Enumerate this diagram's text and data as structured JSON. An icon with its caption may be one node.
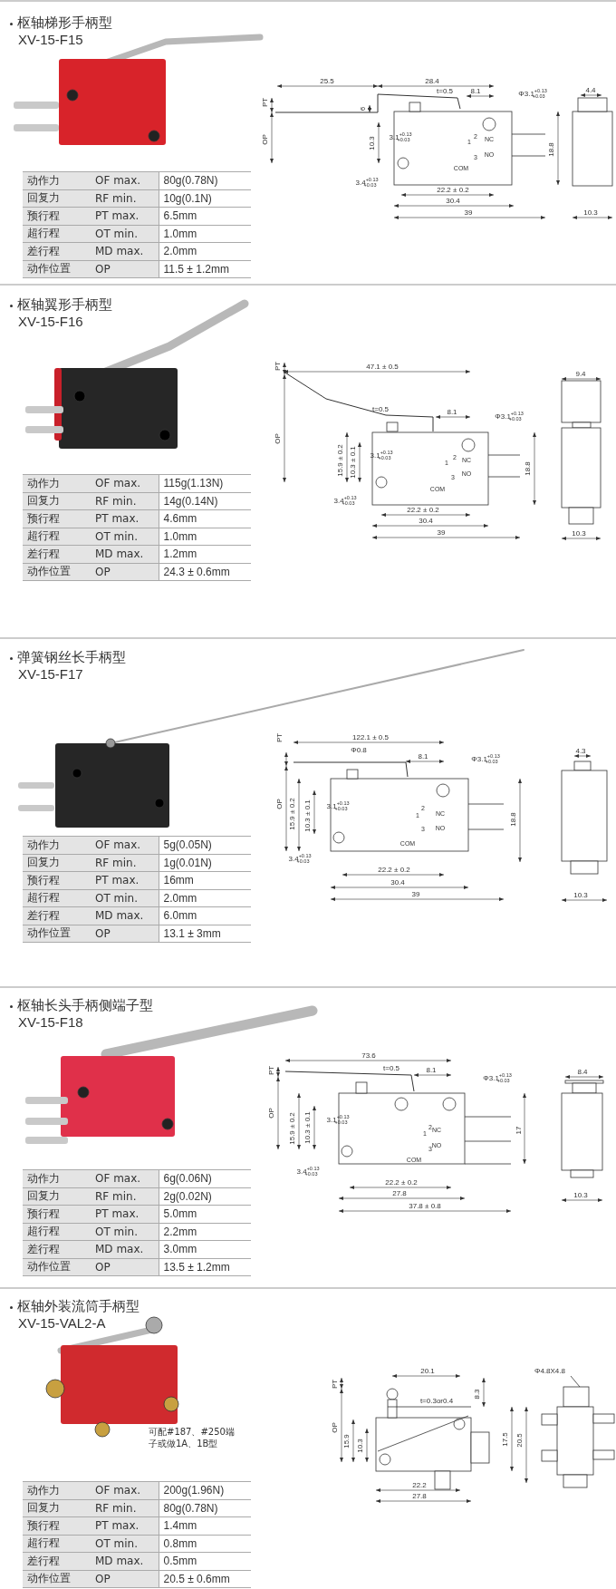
{
  "diagram": {
    "labels": [
      "枢轴梯形手柄型",
      "XV-15-F15",
      "25.5",
      "28.4",
      "t=0.5",
      "8.1",
      "Φ3.1$^{+0.13}$$_{+0.03}$",
      "4.4",
      "PT",
      "6",
      "OP",
      "10.3",
      "3.1$^{+0.13}$$_{+0.03}$",
      "2",
      "1",
      "NC",
      "3",
      "NO",
      "COM",
      "18.8",
      "3.4$^{+0.13}$$_{+0.03}$",
      "22.2 ± 0.2",
      "30.4",
      "39",
      "10.3",
      "动作力",
      "OF max.",
      "80g(0.78N)",
      "回复力",
      "RF min.",
      "10g(0.1N)",
      "预行程",
      "PT max.",
      "6.5mm",
      "超行程",
      "OT min.",
      "1.0mm",
      "差行程",
      "MD max.",
      "2.0mm",
      "动作位置",
      "OP",
      "11.5 ± 1.2mm",
      "枢轴翼形手柄型",
      "XV-15-F16",
      "PT",
      "47.1 ± 0.5",
      "9.4",
      "t=0.5",
      "8.1",
      "Φ3.1$^{+0.13}$$_{+0.03}$",
      "OP",
      "15.9 ± 0.2",
      "10.3 ± 0.1",
      "3.1$^{+0.13}$$_{+0.03}$",
      "2",
      "1",
      "NC",
      "3",
      "NO",
      "COM",
      "18.8",
      "3.4$^{+0.13}$$_{+0.03}$",
      "22.2 ± 0.2",
      "30.4",
      "39",
      "10.3",
      "动作力",
      "OF max.",
      "115g(1.13N)",
      "回复力",
      "RF min.",
      "14g(0.14N)",
      "预行程",
      "PT max.",
      "4.6mm",
      "超行程",
      "OT min.",
      "1.0mm",
      "差行程",
      "MD max.",
      "1.2mm",
      "动作位置",
      "OP",
      "24.3 ± 0.6mm",
      "弹簧钢丝长手柄型",
      "XV-15-F17",
      "PT",
      "122.1 ± 0.5",
      "Φ0.8",
      "8.1",
      "Φ3.1$^{+0.13}$$_{+0.03}$",
      "4.3",
      "OP",
      "15.9 ± 0.2",
      "10.3 ± 0.1",
      "3.1$^{+0.13}$$_{+0.03}$",
      "2",
      "1",
      "NC",
      "3",
      "NO",
      "COM",
      "18.8",
      "3.4$^{+0.13}$$_{+0.03}$",
      "22.2 ± 0.2",
      "30.4",
      "39",
      "10.3",
      "动作力",
      "OF max.",
      "5g(0.05N)",
      "回复力",
      "RF min.",
      "1g(0.01N)",
      "预行程",
      "PT max.",
      "16mm",
      "超行程",
      "OT min.",
      "2.0mm",
      "差行程",
      "MD max.",
      "6.0mm",
      "动作位置",
      "OP",
      "13.1 ± 3mm",
      "枢轴长头手柄侧端子型",
      "XV-15-F18",
      "73.6",
      "PT",
      "t=0.5",
      "8.1",
      "Φ3.1$^{+0.13}$$_{+0.03}$",
      "8.4",
      "OP",
      "15.9 ± 0.2",
      "10.3 ± 0.1",
      "3.1$^{+0.13}$$_{+0.03}$",
      "2",
      "1",
      "NC",
      "3",
      "NO",
      "COM",
      "17",
      "3.4$^{+0.13}$$_{+0.03}$",
      "22.2 ± 0.2",
      "27.8",
      "37.8 ± 0.8",
      "10.3",
      "动作力",
      "OF max.",
      "6g(0.06N)",
      "回复力",
      "RF min.",
      "2g(0.02N)",
      "预行程",
      "PT max.",
      "5.0mm",
      "超行程",
      "OT min.",
      "2.2mm",
      "差行程",
      "MD max.",
      "3.0mm",
      "动作位置",
      "OP",
      "13.5 ± 1.2mm",
      "枢轴外装流筒手柄型",
      "XV-15-VAL2-A",
      "20.1",
      "Φ4.8X4.8",
      "PT",
      "8.3",
      "t=0.3or0.4",
      "OP",
      "15.9",
      "10.3",
      "17.5",
      "20.5",
      "22.2",
      "27.8",
      "可配#187、#250端子或做1A、1B型",
      "动作力",
      "OF max.",
      "200g(1.96N)",
      "回复力",
      "RF min.",
      "80g(0.78N)",
      "预行程",
      "PT max.",
      "1.4mm",
      "超行程",
      "OT min.",
      "0.8mm",
      "差行程",
      "MD max.",
      "0.5mm",
      "动作位置",
      "OP",
      "20.5 ± 0.6mm"
    ]
  }
}
